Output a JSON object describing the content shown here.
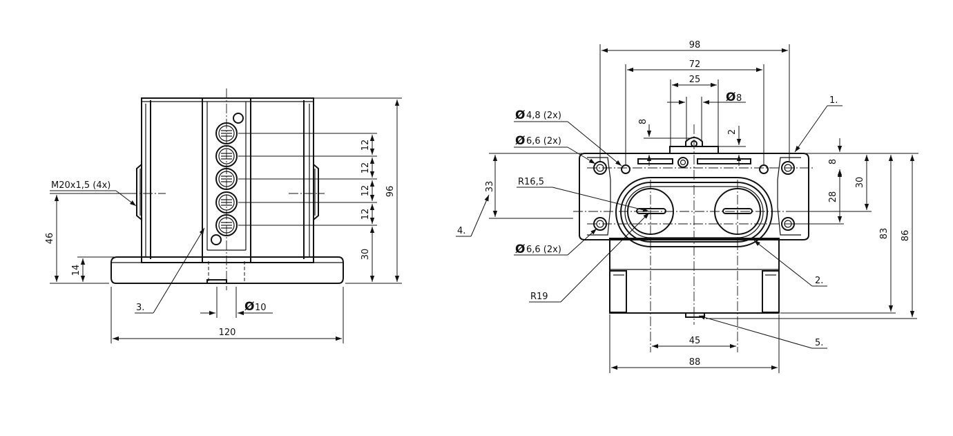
{
  "left_view": {
    "dimensions": {
      "width_120": "120",
      "height_96": "96",
      "height_46": "46",
      "height_14": "14",
      "height_30": "30",
      "pitch_1": "12",
      "pitch_2": "12",
      "pitch_3": "12",
      "pitch_4": "12",
      "dia_10": "10"
    },
    "labels": {
      "thread": "M20x1,5 (4x)",
      "callout_3": "3."
    }
  },
  "right_view": {
    "dimensions": {
      "width_98": "98",
      "width_72": "72",
      "width_25": "25",
      "dia_8": "8",
      "width_45": "45",
      "width_88": "88",
      "height_8_top": "8",
      "height_2": "2",
      "height_8_right": "8",
      "height_28": "28",
      "height_30": "30",
      "height_83": "83",
      "height_86": "86",
      "height_33": "33"
    },
    "labels": {
      "hole_48": "4,8 (2x)",
      "hole_66_top": "6,6 (2x)",
      "hole_66_bottom": "6,6 (2x)",
      "radius_165": "R16,5",
      "radius_19": "R19",
      "callout_1": "1.",
      "callout_2": "2.",
      "callout_4": "4.",
      "callout_5": "5."
    },
    "diameter_symbol": "Ø"
  }
}
